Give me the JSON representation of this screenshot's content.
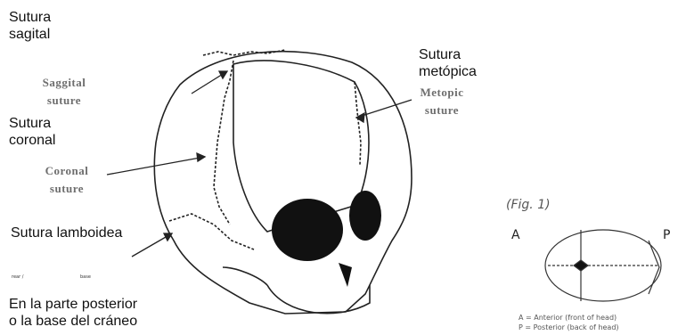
{
  "labels_es": {
    "sagital": "Sutura\nsagital",
    "metopica": "Sutura\nmetópica",
    "coronal": "Sutura\ncoronal",
    "lamboidea": "Sutura lamboidea",
    "base": "En la parte posterior\no la base del cráneo"
  },
  "labels_en": {
    "saggital": "Saggital\nsuture",
    "metopic": "Metopic\nsuture",
    "coronal": "Coronal\nsuture"
  },
  "tiny": {
    "rear": "rear /",
    "base": "base"
  },
  "fig": {
    "title": "(Fig.  1)",
    "anterior": "A",
    "posterior": "P",
    "legend_a": "A = Anterior (front of head)",
    "legend_p": "P = Posterior (back of head)"
  }
}
